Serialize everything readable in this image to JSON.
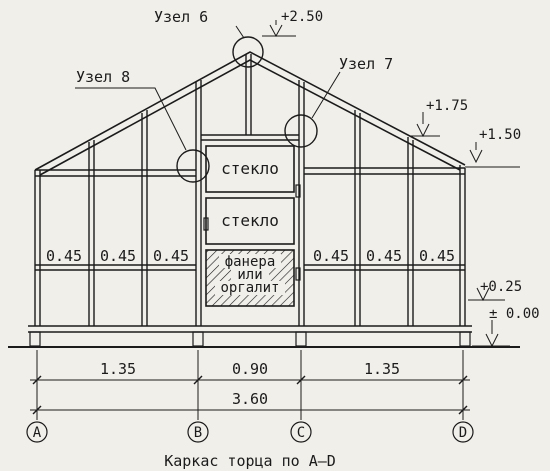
{
  "caption": "Каркас торца по A–D",
  "nodes": {
    "node6": "Узел 6",
    "node7": "Узел 7",
    "node8": "Узел 8"
  },
  "elevations": {
    "ridge": "+2.50",
    "mid": "+1.75",
    "eave": "+1.50",
    "plinth": "+0.25",
    "zero": "± 0.00"
  },
  "panels": {
    "glass_top": "стекло",
    "glass_mid": "стекло",
    "plywood_line1": "фанера",
    "plywood_line2": "или",
    "plywood_line3": "оргалит"
  },
  "bay_widths": [
    "0.45",
    "0.45",
    "0.45",
    "0.45",
    "0.45",
    "0.45"
  ],
  "dimensions": {
    "left_span": "1.35",
    "middle_span": "0.90",
    "right_span": "1.35",
    "total": "3.60"
  },
  "axes": [
    "A",
    "B",
    "C",
    "D"
  ],
  "colors": {
    "ink": "#1b1b1b",
    "paper": "#f1efea"
  }
}
